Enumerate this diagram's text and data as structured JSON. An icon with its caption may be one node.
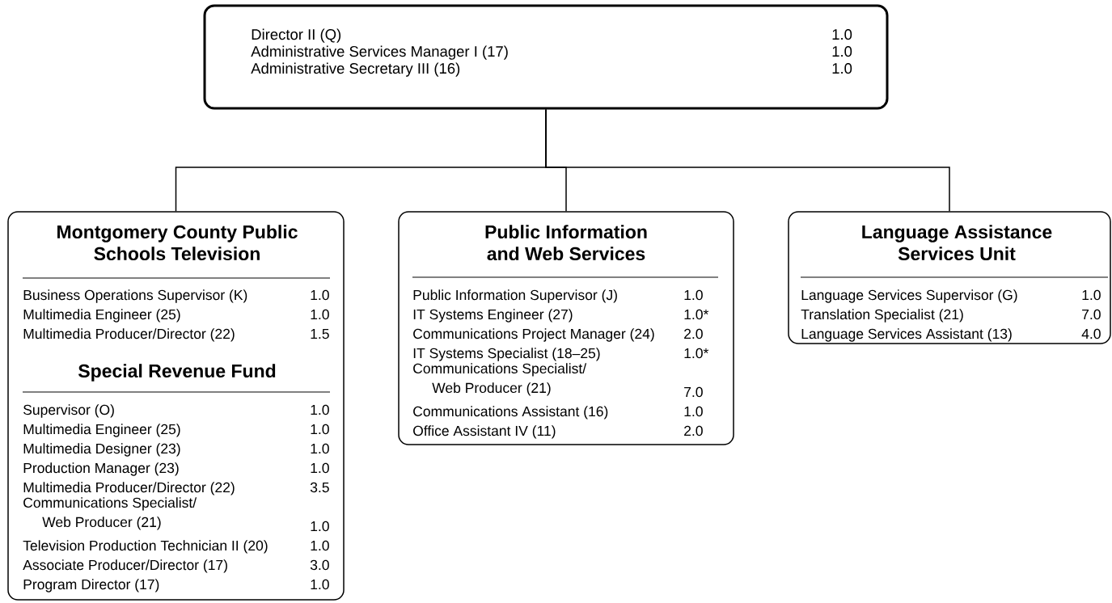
{
  "diagram": {
    "nodes": [
      {
        "text": [
          "Director II (Q)",
          "1.0",
          "Administrative Services Manager I (17)",
          "1.0",
          "Administrative Secretary III (16)",
          "1.0"
        ]
      },
      {
        "text": [
          "Montgomery County Public Schools Television",
          "Business Operations Supervisor (K)",
          "1.0",
          "Multimedia Engineer (25)",
          "1.0",
          "Multimedia Producer/Director (22)",
          "1.5",
          "Special Revenue Fund",
          "Supervisor (O)",
          "1.0",
          "Multimedia Engineer (25)",
          "1.0",
          "Multimedia Designer (23)",
          "1.0",
          "Production Manager (23)",
          "1.0",
          "Multimedia Producer/Director (22)",
          "3.5",
          "Communications Specialist/ Web Producer (21)",
          "1.0",
          "Television Production Technician II (20)",
          "1.0",
          "Associate Producer/Director (17)",
          "3.0",
          "Program Director (17)",
          "1.0"
        ]
      },
      {
        "text": [
          "Public Information and Web Services",
          "Public Information Supervisor (J)",
          "1.0",
          "IT Systems Engineer (27)",
          "1.0*",
          "Communications Project Manager (24)",
          "2.0",
          "IT Systems Specialist (18–25)",
          "1.0*",
          "Communications Specialist/ Web Producer (21)",
          "7.0",
          "Communications Assistant (16)",
          "1.0",
          "Office Assistant IV (11)",
          "2.0"
        ]
      },
      {
        "text": [
          "Language Assistance Services Unit",
          "Language Services Supervisor (G)",
          "1.0",
          "Translation Specialist (21)",
          "7.0",
          "Language Services Assistant (13)",
          "4.0"
        ]
      }
    ],
    "edges": [
      {
        "from": 0,
        "to": 1,
        "arrow": "none"
      },
      {
        "from": 0,
        "to": 2,
        "arrow": "none"
      },
      {
        "from": 0,
        "to": 3,
        "arrow": "none"
      }
    ]
  }
}
